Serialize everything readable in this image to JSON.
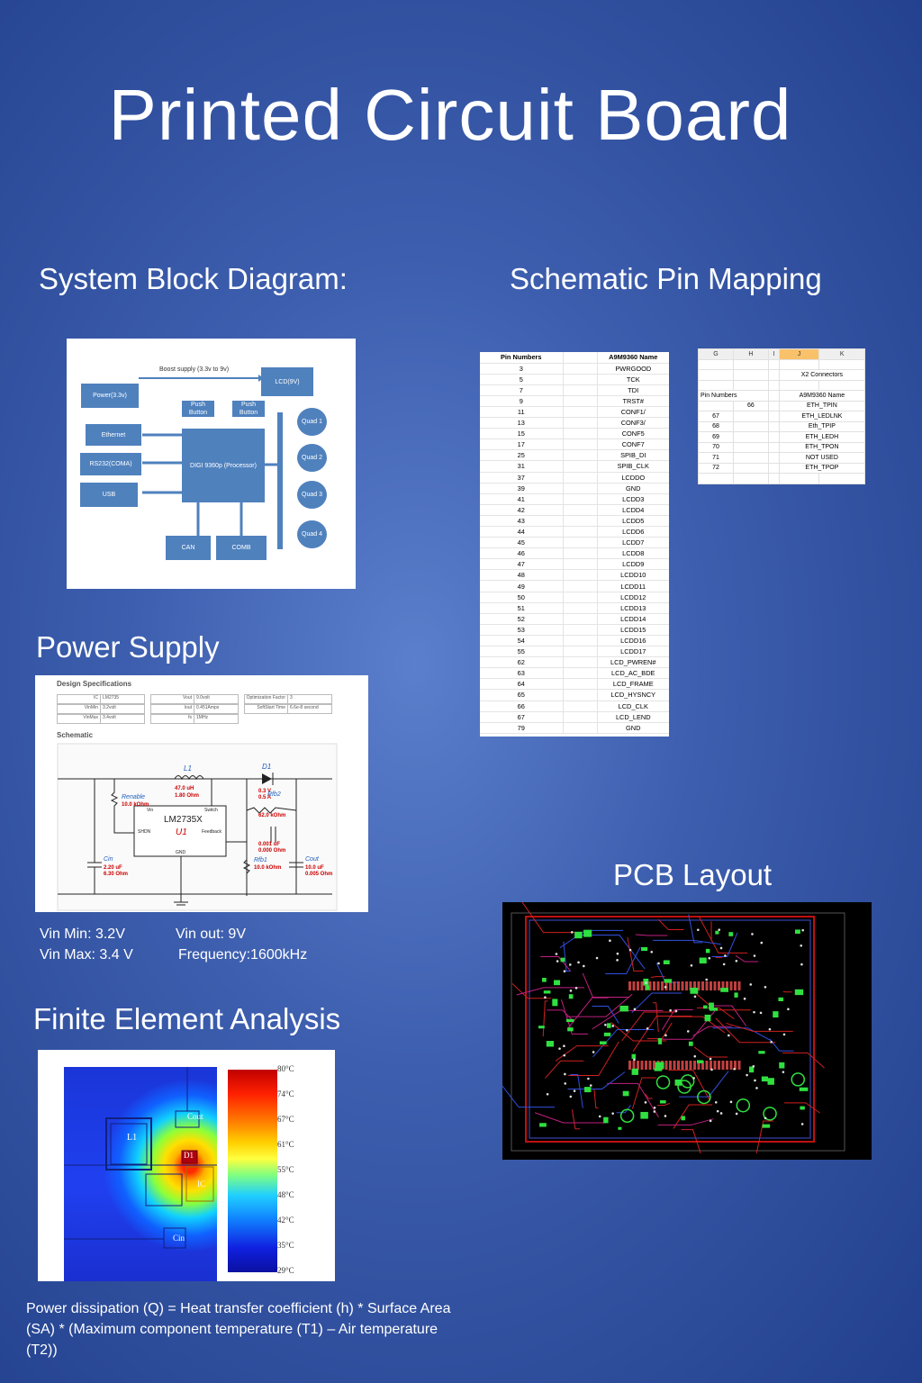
{
  "title": "Printed Circuit Board",
  "sections": {
    "block_diagram": "System Block Diagram:",
    "pin_mapping": "Schematic Pin Mapping",
    "power_supply": "Power Supply",
    "pcb_layout": "PCB Layout",
    "fea": "Finite Element Analysis"
  },
  "block_diagram": {
    "boost": "Boost supply (3.3v to 9v)",
    "power": "Power(3.3v)",
    "lcd": "LCD(9V)",
    "push1": "Push Button",
    "push2": "Push Button",
    "ethernet": "Ethernet",
    "rs232": "RS232(COMA)",
    "usb": "USB",
    "processor": "DIGI 9360p (Processor)",
    "can": "CAN",
    "comb": "COMB",
    "quads": [
      "Quad 1",
      "Quad 2",
      "Quad 3",
      "Quad 4"
    ]
  },
  "pin_table": {
    "headers": [
      "Pin Numbers",
      "",
      "A9M9360 Name"
    ],
    "rows": [
      [
        "3",
        "PWRGOOD"
      ],
      [
        "5",
        "TCK"
      ],
      [
        "7",
        "TDI"
      ],
      [
        "9",
        "TRST#"
      ],
      [
        "11",
        "CONF1/"
      ],
      [
        "13",
        "CONF3/"
      ],
      [
        "15",
        "CONF5"
      ],
      [
        "17",
        "CONF7"
      ],
      [
        "25",
        "SPIB_DI"
      ],
      [
        "31",
        "SPIB_CLK"
      ],
      [
        "37",
        "LCDDO"
      ],
      [
        "39",
        "GND"
      ],
      [
        "41",
        "LCDD3"
      ],
      [
        "42",
        "LCDD4"
      ],
      [
        "43",
        "LCDD5"
      ],
      [
        "44",
        "LCDD6"
      ],
      [
        "45",
        "LCDD7"
      ],
      [
        "46",
        "LCDD8"
      ],
      [
        "47",
        "LCDD9"
      ],
      [
        "48",
        "LCDD10"
      ],
      [
        "49",
        "LCDD11"
      ],
      [
        "50",
        "LCDD12"
      ],
      [
        "51",
        "LCDD13"
      ],
      [
        "52",
        "LCDD14"
      ],
      [
        "53",
        "LCDD15"
      ],
      [
        "54",
        "LCDD16"
      ],
      [
        "55",
        "LCDD17"
      ],
      [
        "62",
        "LCD_PWREN#"
      ],
      [
        "63",
        "LCD_AC_BDE"
      ],
      [
        "64",
        "LCD_FRAME"
      ],
      [
        "65",
        "LCD_HYSNCY"
      ],
      [
        "66",
        "LCD_CLK"
      ],
      [
        "67",
        "LCD_LEND"
      ],
      [
        "79",
        "GND"
      ]
    ]
  },
  "excel": {
    "cols": [
      "G",
      "H",
      "I",
      "J",
      "K"
    ],
    "title": "X2 Connectors",
    "hdr_pin": "Pin Numbers",
    "hdr_name": "A9M9360 Name",
    "rows": [
      [
        "66",
        "ETH_TPIN"
      ],
      [
        "67",
        "ETH_LEDLNK"
      ],
      [
        "68",
        "Eth_TPIP"
      ],
      [
        "69",
        "ETH_LEDH"
      ],
      [
        "70",
        "ETH_TPON"
      ],
      [
        "71",
        "NOT USED"
      ],
      [
        "72",
        "ETH_TPOP"
      ]
    ]
  },
  "power_supply": {
    "design_spec": "Design Specifications",
    "schematic": "Schematic",
    "spec_rows": [
      [
        "IC",
        "LM2735",
        "Vout",
        "9.0volt",
        "Optimization Factor",
        "3"
      ],
      [
        "VinMin",
        "3.2volt",
        "Iout",
        "0.451Amps",
        "SoftStart Time",
        "6.6e-8 second"
      ],
      [
        "VinMax",
        "3.4volt",
        "fs",
        "1MHz",
        "",
        ""
      ]
    ],
    "chip": "LM2735X",
    "ref": "U1",
    "pins": {
      "vin": "Vin",
      "switch": "Switch",
      "shdn": "SHDN",
      "feedback": "Feedback",
      "gnd": "GND"
    },
    "components": {
      "l1": "L1",
      "l1_val": "47.0 uH",
      "l1_r": "1.80 Ohm",
      "d1": "D1",
      "d1_val": "0.3 V",
      "d1_val2": "0.5 A",
      "renable": "Renable",
      "renable_val": "10.0 kOhm",
      "rfb2": "Rfb2",
      "rfb2_val": "62.0 kOhm",
      "cff": "0.001 uF",
      "cff_r": "0.000 Ohm",
      "rfb1": "Rfb1",
      "rfb1_val": "10.0 kOhm",
      "cin": "Cin",
      "cin_val": "2.20 uF",
      "cin_r": "6.30 Ohm",
      "cout": "Cout",
      "cout_val": "10.0 uF",
      "cout_r": "0.005 Ohm"
    },
    "captions": [
      "Vin Min: 3.2V",
      "Vin out: 9V",
      "Vin Max: 3.4 V",
      "Frequency:1600kHz"
    ]
  },
  "fea": {
    "labels": [
      "L1",
      "Cout",
      "D1",
      "IC",
      "Cin"
    ],
    "scale": [
      "80°C",
      "74°C",
      "67°C",
      "61°C",
      "55°C",
      "48°C",
      "42°C",
      "35°C",
      "29°C"
    ],
    "caption": "Power dissipation (Q) = Heat transfer coefficient (h) * Surface Area (SA) * (Maximum component temperature (T1) – Air temperature (T2))"
  }
}
